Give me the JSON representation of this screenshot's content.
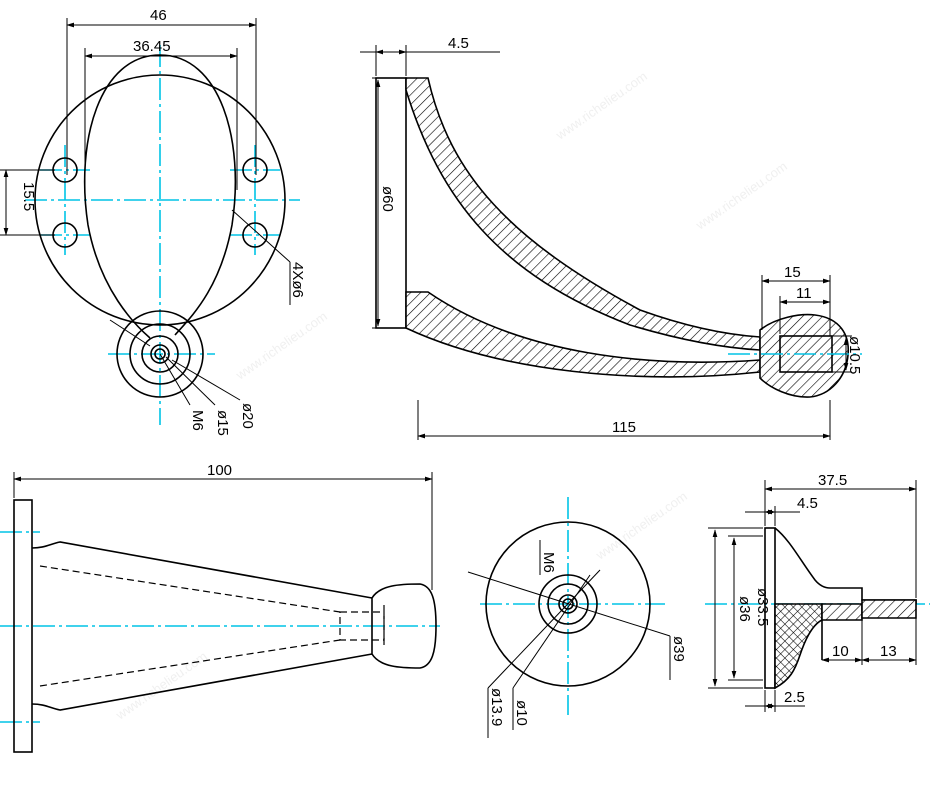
{
  "watermark": "www.richelieu.com",
  "colors": {
    "centerline": "#00c4e6",
    "line": "#000000",
    "background": "#ffffff"
  },
  "top_left_view": {
    "dim_outer_width": "46",
    "dim_inner_width": "36.45",
    "dim_hole_spacing": "15.5",
    "label_holes": "4Xø6",
    "label_thread": "M6",
    "label_d15": "ø15",
    "label_d20": "ø20"
  },
  "top_right_view": {
    "dim_flange": "4.5",
    "dim_diameter": "ø60",
    "dim_length": "115",
    "dim_depth_outer": "15",
    "dim_depth_inner": "11",
    "dim_bore": "ø10.5"
  },
  "bottom_left_view": {
    "dim_length": "100"
  },
  "bottom_middle_view": {
    "label_thread": "M6",
    "label_d39": "ø39",
    "label_d13_9": "ø13.9",
    "label_d10": "ø10"
  },
  "bottom_right_view": {
    "dim_length": "37.5",
    "dim_flange": "4.5",
    "dim_d33_5": "ø33.5",
    "dim_d36": "ø36",
    "dim_10": "10",
    "dim_13": "13",
    "dim_2_5": "2.5"
  }
}
